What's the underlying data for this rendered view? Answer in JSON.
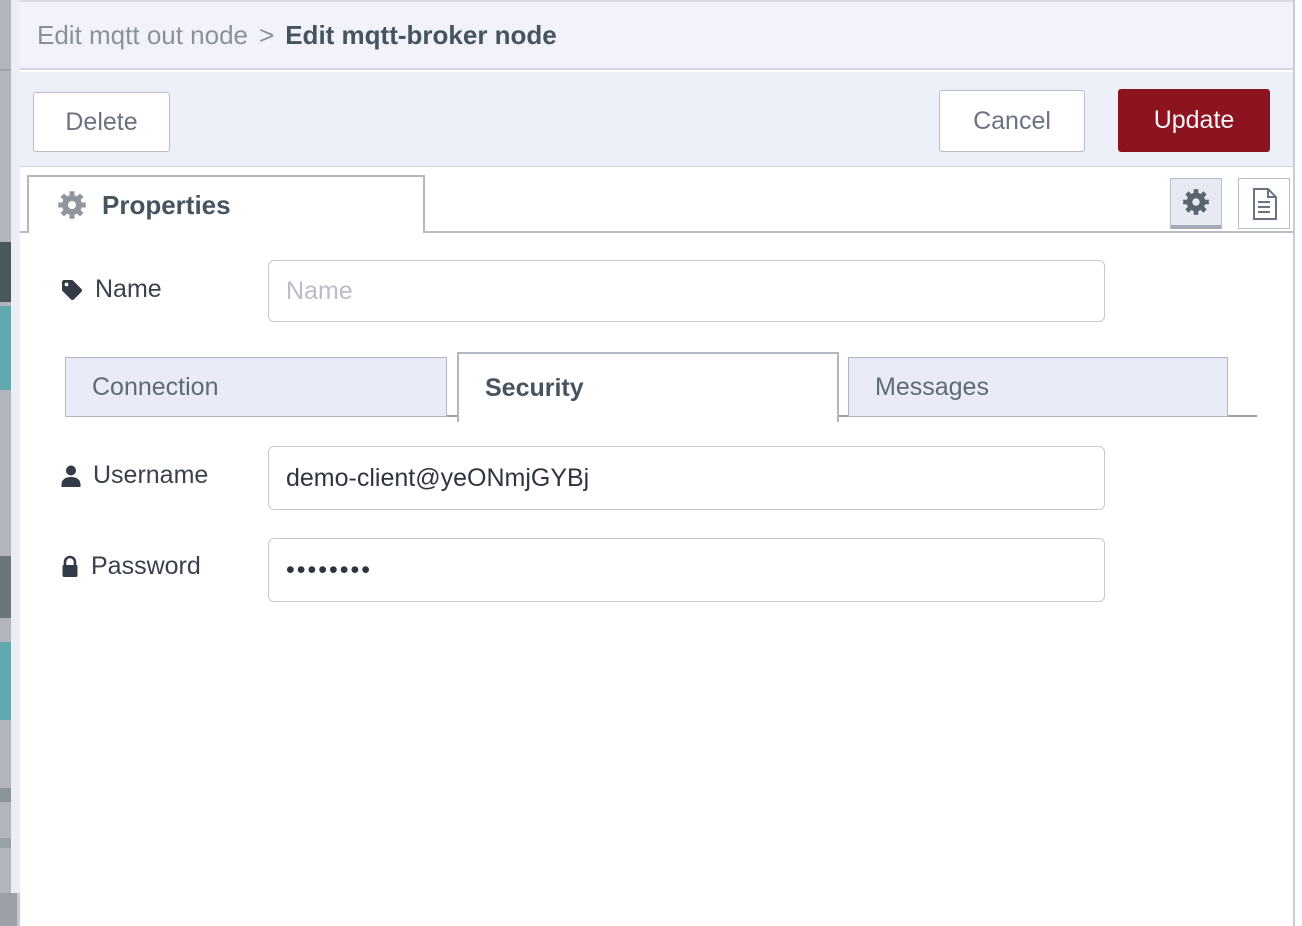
{
  "breadcrumb": {
    "parent": "Edit mqtt out node",
    "separator": ">",
    "current": "Edit mqtt-broker node"
  },
  "toolbar": {
    "delete_label": "Delete",
    "cancel_label": "Cancel",
    "update_label": "Update"
  },
  "panel": {
    "properties_tab_label": "Properties",
    "icons": [
      "gear-icon",
      "doc-icon"
    ]
  },
  "form": {
    "name": {
      "label": "Name",
      "placeholder": "Name",
      "value": ""
    },
    "tabs": [
      {
        "label": "Connection",
        "active": false
      },
      {
        "label": "Security",
        "active": true
      },
      {
        "label": "Messages",
        "active": false
      }
    ],
    "username": {
      "label": "Username",
      "value": "demo-client@yeONmjGYBj"
    },
    "password": {
      "label": "Password",
      "value": "••••••••"
    }
  },
  "colors": {
    "update_button_bg": "#8c1420",
    "header_bg": "#f2f3fa",
    "button_bar_bg": "#eef0f9",
    "inactive_tab_bg": "#e9ebf8",
    "border": "#b9bcc9"
  }
}
